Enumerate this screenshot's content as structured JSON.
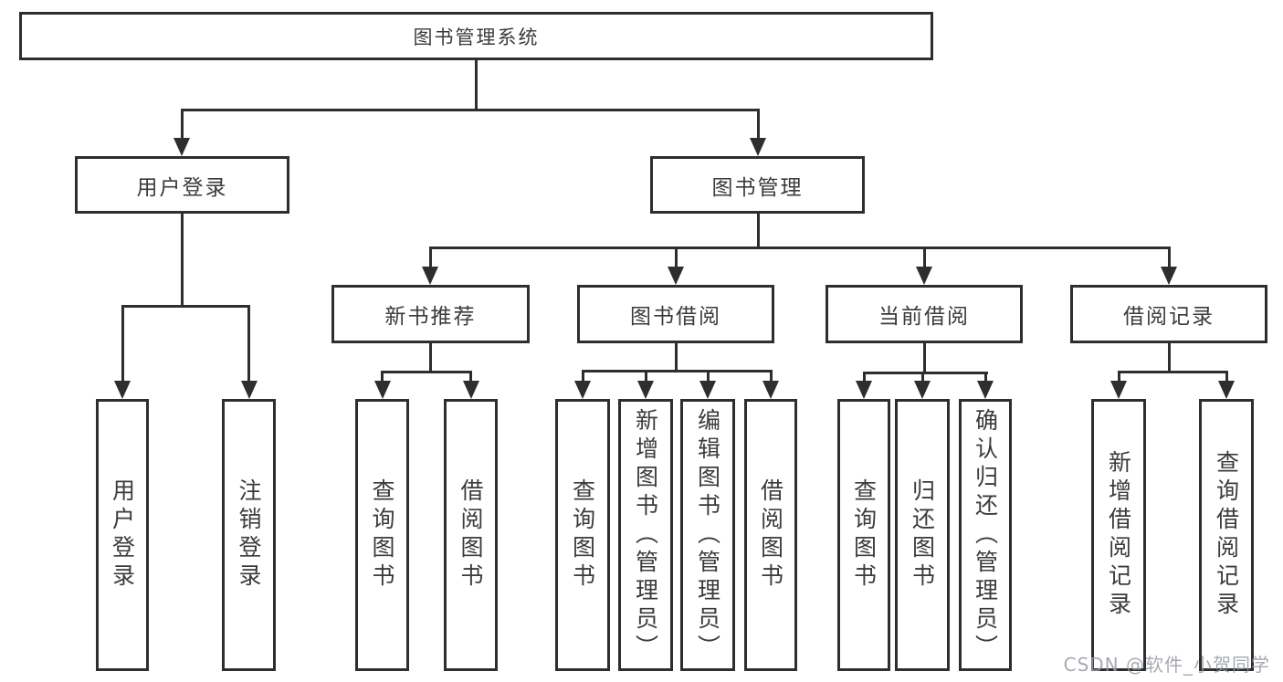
{
  "nodes": {
    "root": "图书管理系统",
    "user_login": "用户登录",
    "book_management": "图书管理",
    "new_book_recommend": "新书推荐",
    "book_borrow": "图书借阅",
    "current_borrow": "当前借阅",
    "borrow_records": "借阅记录"
  },
  "leaves": {
    "user_login": [
      "用户登录",
      "注销登录"
    ],
    "new_book_recommend": [
      "查询图书",
      "借阅图书"
    ],
    "book_borrow": [
      "查询图书",
      "新增图书（管理员）",
      "编辑图书（管理员）",
      "借阅图书"
    ],
    "current_borrow": [
      "查询图书",
      "归还图书",
      "确认归还（管理员）"
    ],
    "borrow_records": [
      "新增借阅记录",
      "查询借阅记录"
    ]
  },
  "watermark": "CSDN @软件_小贺同学",
  "colors": {
    "line": "#2e2e2e",
    "text": "#3b3b3b",
    "watermark": "#969ba2",
    "background": "#ffffff"
  }
}
